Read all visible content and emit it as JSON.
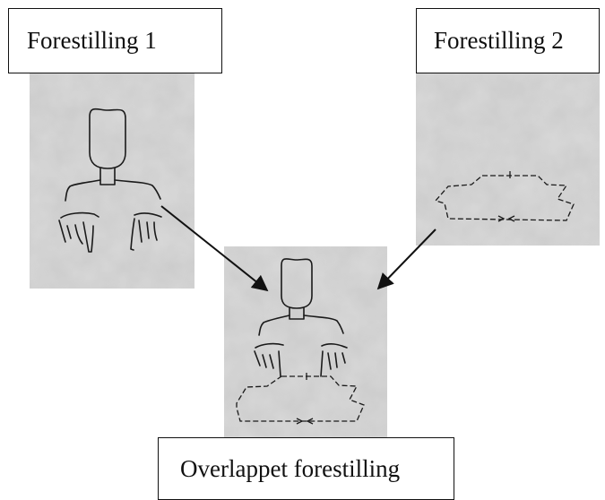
{
  "labels": {
    "representation_1": "Forestilling 1",
    "representation_2": "Forestilling 2",
    "overlapped": "Overlappet forestilling"
  },
  "colors": {
    "panel_background": "#c8c8c8",
    "line": "#1a1a1a",
    "box_border": "#111111"
  }
}
